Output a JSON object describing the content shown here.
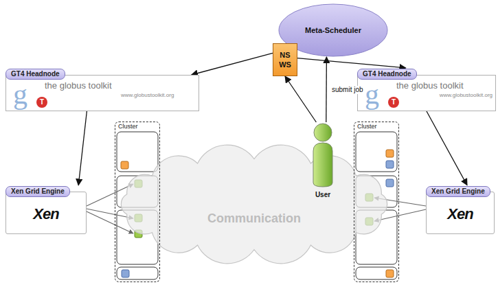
{
  "diagram": {
    "nodes": [
      {
        "text": [
          "Meta-Scheduler"
        ]
      },
      {
        "text": [
          "NS WS"
        ]
      },
      {
        "text": [
          "GT4 Headnode",
          "g",
          "the globus toolkit",
          "www.globustoolkit.org",
          "T"
        ]
      },
      {
        "text": [
          "GT4 Headnode",
          "g",
          "the globus toolkit",
          "www.globustoolkit.org",
          "T"
        ]
      },
      {
        "text": [
          "Xen Grid Engine",
          "Xen"
        ]
      },
      {
        "text": [
          "Xen Grid Engine",
          "Xen"
        ]
      },
      {
        "text": [
          "Cluster"
        ]
      },
      {
        "text": [
          "Cluster"
        ]
      },
      {
        "text": [
          "User"
        ]
      },
      {
        "text": [
          "Communication"
        ]
      }
    ],
    "edges": [
      {
        "from": 1,
        "to": 2,
        "arrow": "to"
      },
      {
        "from": 1,
        "to": 3,
        "arrow": "to"
      },
      {
        "from": 2,
        "to": 4,
        "arrow": "to"
      },
      {
        "from": 3,
        "to": 5,
        "arrow": "to"
      },
      {
        "from": 8,
        "to": 1,
        "arrow": "to"
      },
      {
        "from": 8,
        "to": 0,
        "label": "submit job",
        "arrow": "to"
      }
    ]
  }
}
